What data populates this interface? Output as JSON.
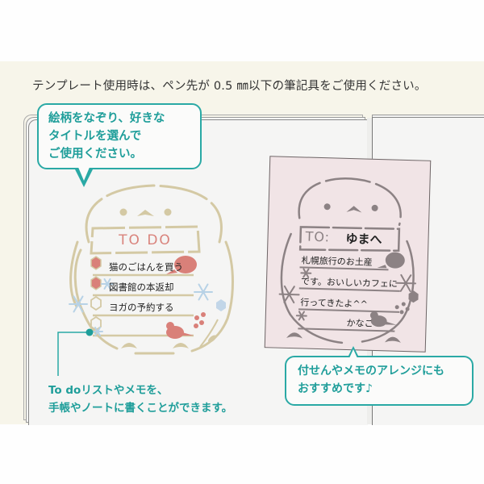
{
  "notice": "テンプレート使用時は、ペン先が 0.5 ㎜以下の筆記具をご使用ください。",
  "bubble_top": {
    "lines": [
      "絵柄をなぞり、好きな",
      "タイトルを選んで",
      "ご使用ください。"
    ]
  },
  "todo_template": {
    "title": "TO DO",
    "items": [
      {
        "label": "猫のごはんを買う",
        "checked": true
      },
      {
        "label": "図書館の本返却",
        "checked": true
      },
      {
        "label": "ヨガの予約する",
        "checked": false
      },
      {
        "label": "",
        "checked": false
      }
    ],
    "icons": [
      "bird-icon",
      "snowflake-icon",
      "berry-branch-icon"
    ]
  },
  "sticky_note": {
    "to_label": "TO:",
    "to_name": "ゆまへ",
    "lines": [
      "札幌旅行のお土産",
      "です。おいしいカフェに",
      "行ってきたよ^^"
    ],
    "signature": "かなこ"
  },
  "caption": {
    "lines": [
      "To doリストやメモを、",
      "手帳やノートに書くことができます。"
    ]
  },
  "bubble_bottom": {
    "lines": [
      "付せんやメモのアレンジにも",
      "おすすめです♪"
    ]
  },
  "colors": {
    "accent_teal": "#2aa9a5",
    "template_beige": "#cfc39a",
    "checkbox_pink": "#d98079",
    "snow_blue": "#b7d2e6",
    "sticky_pink": "#f1e4e6",
    "stencil_gray": "#8c8284",
    "stage_cream": "#f7f5ea"
  }
}
